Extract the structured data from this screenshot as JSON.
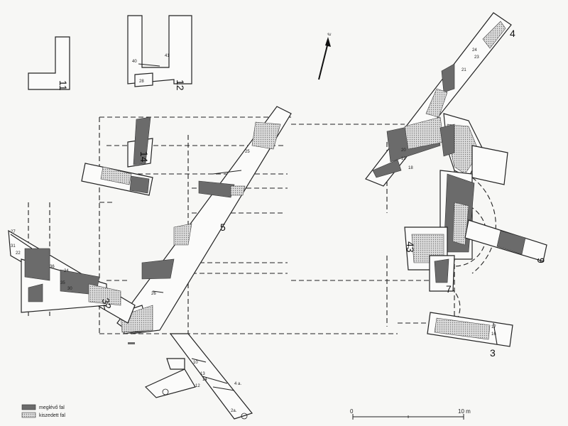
{
  "trench_labels": {
    "t11": "11",
    "t12": "12",
    "t4": "4",
    "t14": "14",
    "t5": "5",
    "t43": "43",
    "t9": "9",
    "t7": "7",
    "t3": "3",
    "t32": "32"
  },
  "legend": {
    "existing_wall": "meglévő fal",
    "removed_wall": "kiszedett fal"
  },
  "scale_bar": {
    "start": "0",
    "end": "10 m"
  },
  "north_arrow": {
    "label": "É"
  },
  "colors": {
    "existing_wall": "#6b6b6b",
    "removed_wall_hatch": "#9a9a9a",
    "lines": "#222222",
    "background": "#f7f7f5"
  }
}
